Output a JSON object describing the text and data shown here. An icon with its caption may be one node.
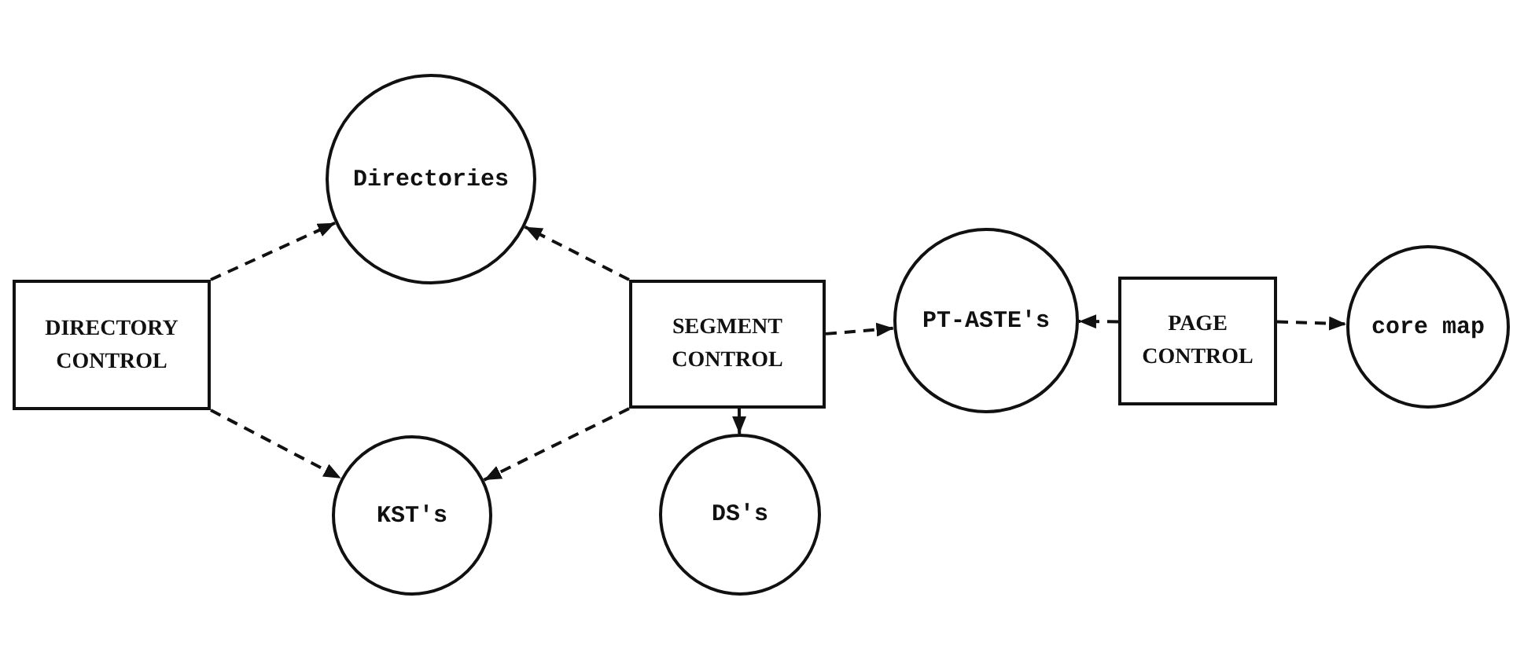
{
  "diagram": {
    "nodes": [
      {
        "text": [
          "Directories"
        ]
      },
      {
        "text": [
          "DIRECTORY CONTROL"
        ]
      },
      {
        "text": [
          "SEGMENT CONTROL"
        ]
      },
      {
        "text": [
          "PT-ASTE's"
        ]
      },
      {
        "text": [
          "PAGE CONTROL"
        ]
      },
      {
        "text": [
          "core map"
        ]
      },
      {
        "text": [
          "KST's"
        ]
      },
      {
        "text": [
          "DS's"
        ]
      }
    ],
    "edges": [
      {
        "from": 1,
        "to": 0,
        "arrow": "to",
        "style": "dashed"
      },
      {
        "from": 1,
        "to": 6,
        "arrow": "to",
        "style": "dashed"
      },
      {
        "from": 2,
        "to": 0,
        "arrow": "to",
        "style": "dashed"
      },
      {
        "from": 2,
        "to": 6,
        "arrow": "to",
        "style": "dashed"
      },
      {
        "from": 2,
        "to": 7,
        "arrow": "to"
      },
      {
        "from": 2,
        "to": 3,
        "arrow": "to",
        "style": "dashed"
      },
      {
        "from": 4,
        "to": 3,
        "arrow": "to",
        "style": "dashed"
      },
      {
        "from": 4,
        "to": 5,
        "arrow": "to",
        "style": "dashed"
      }
    ]
  }
}
